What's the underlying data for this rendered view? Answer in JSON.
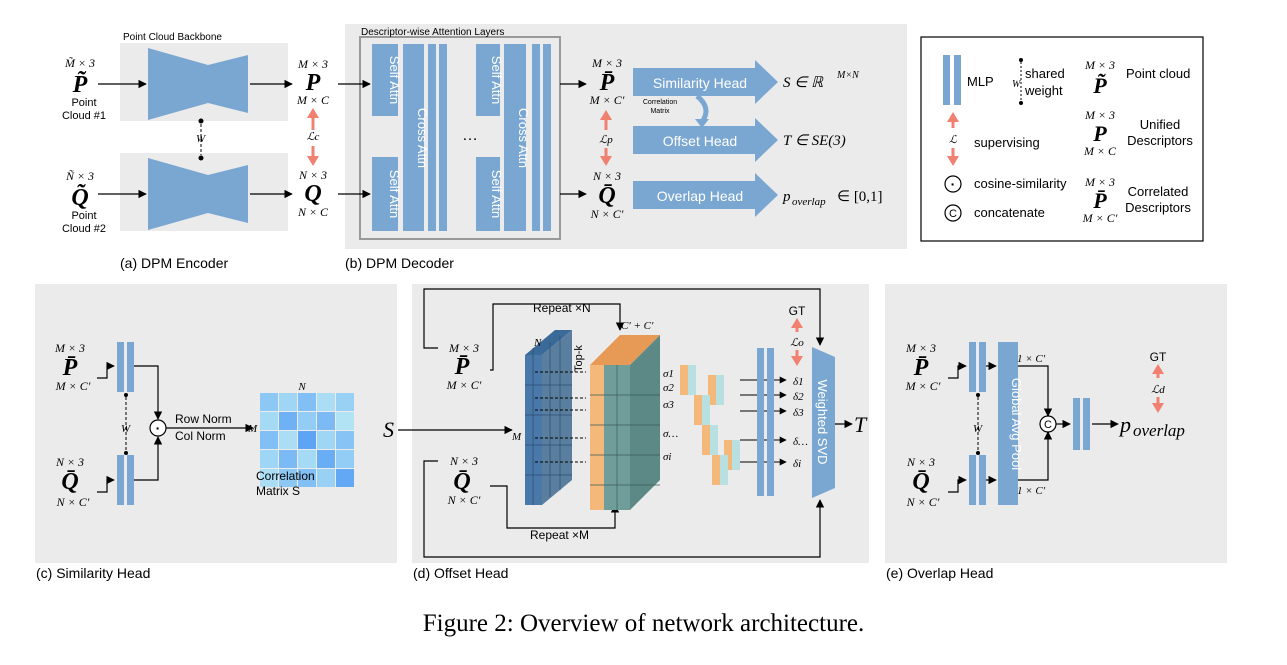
{
  "caption": "Figure 2: Overview of network architecture.",
  "colors": {
    "panel_bg": "#ebebeb",
    "block_blue": "#7aa7d1",
    "supervise_arrow": "#f08070",
    "decoder_frame": "#999999",
    "cube_blue": "#4a78a8",
    "cube_orange": "#f4b87a",
    "cube_teal": "#6f9e9a"
  },
  "encoder": {
    "panel_label": "(a) DPM Encoder",
    "backbone_label": "Point Cloud Backbone",
    "input_p": {
      "dim": "M̃ × 3",
      "sym": "P̃",
      "name1": "Point",
      "name2": "Cloud #1"
    },
    "input_q": {
      "dim": "Ñ × 3",
      "sym": "Q̃",
      "name1": "Point",
      "name2": "Cloud #2"
    },
    "shared_w": "W",
    "out_p": {
      "dim_top": "M × 3",
      "sym": "P",
      "dim_bot": "M × C"
    },
    "out_q": {
      "dim_top": "N × 3",
      "sym": "Q",
      "dim_bot": "N × C"
    },
    "loss": "ℒc"
  },
  "decoder": {
    "panel_label": "(b) DPM Decoder",
    "layers_label": "Descriptor-wise Attention Layers",
    "self_attn": "Self Attn",
    "cross_attn": "Cross Attn",
    "ellipsis": "…",
    "out_p": {
      "dim_top": "M × 3",
      "sym": "P̄",
      "dim_bot": "M × C′"
    },
    "out_q": {
      "dim_top": "N × 3",
      "sym": "Q̄",
      "dim_bot": "N × C′"
    },
    "loss": "ℒp",
    "heads": {
      "similarity": "Similarity Head",
      "offset": "Offset Head",
      "overlap": "Overlap Head",
      "correlation_matrix": "Correlation Matrix"
    },
    "outputs": {
      "S": "S ∈ ℝ",
      "S_sup": "M×N",
      "T": "T ∈ SE(3)",
      "p_overlap_base": "p",
      "p_overlap_sub": "overlap",
      "p_overlap_range": "∈ [0,1]"
    }
  },
  "legend": {
    "mlp": "MLP",
    "shared_weight_1": "shared",
    "shared_weight_2": "weight",
    "w": "W",
    "supervising": "supervising",
    "loss_sym": "ℒ",
    "cosine": "cosine-similarity",
    "concatenate": "concatenate",
    "dot_sym": "·",
    "concat_sym": "C",
    "point_cloud": {
      "dim": "M × 3",
      "sym": "P̃",
      "label": "Point cloud"
    },
    "unified": {
      "dim_top": "M × 3",
      "sym": "P",
      "dim_bot": "M × C",
      "label1": "Unified",
      "label2": "Descriptors"
    },
    "correlated": {
      "dim_top": "M × 3",
      "sym": "P̄",
      "dim_bot": "M × C′",
      "label1": "Correlated",
      "label2": "Descriptors"
    }
  },
  "similarity_head": {
    "panel_label": "(c) Similarity Head",
    "in_p": {
      "dim_top": "M × 3",
      "sym": "P̄",
      "dim_bot": "M × C′"
    },
    "in_q": {
      "dim_top": "N × 3",
      "sym": "Q̄",
      "dim_bot": "N × C′"
    },
    "w": "W",
    "row_norm": "Row Norm",
    "col_norm": "Col Norm",
    "m": "M",
    "n": "N",
    "corr_label1": "Correlation",
    "corr_label2": "Matrix S",
    "output": "S",
    "matrix_cells": [
      [
        0.45,
        0.3,
        0.55,
        0.2,
        0.35
      ],
      [
        0.25,
        0.7,
        0.4,
        0.6,
        0.15
      ],
      [
        0.55,
        0.2,
        0.85,
        0.3,
        0.5
      ],
      [
        0.3,
        0.6,
        0.25,
        0.75,
        0.4
      ],
      [
        0.2,
        0.45,
        0.55,
        0.35,
        0.8
      ]
    ]
  },
  "offset_head": {
    "panel_label": "(d) Offset Head",
    "repeat_n": "Repeat ×N",
    "repeat_m": "Repeat ×M",
    "c_sum": "C′ + C′",
    "top_k": "Top-k",
    "n": "N",
    "m": "M",
    "in_p": {
      "dim_top": "M × 3",
      "sym": "P̄",
      "dim_bot": "M × C′"
    },
    "in_q": {
      "dim_top": "N × 3",
      "sym": "Q̄",
      "dim_bot": "N × C′"
    },
    "sigmas": [
      "σ1",
      "σ2",
      "σ3",
      "σ…",
      "σi"
    ],
    "deltas": [
      "δ1",
      "δ2",
      "δ3",
      "δ…",
      "δi"
    ],
    "gt": "GT",
    "loss": "ℒo",
    "weighted_svd": "Weighted SVD",
    "output": "T"
  },
  "overlap_head": {
    "panel_label": "(e) Overlap Head",
    "in_p": {
      "dim_top": "M × 3",
      "sym": "P̄",
      "dim_bot": "M × C′"
    },
    "in_q": {
      "dim_top": "N × 3",
      "sym": "Q̄",
      "dim_bot": "N × C′"
    },
    "w": "W",
    "global_avg_pool": "Global Avg Pool",
    "dim_top": "1 × C′",
    "dim_bot": "1 × C′",
    "concat": "C",
    "gt": "GT",
    "loss": "ℒd",
    "output_base": "p",
    "output_sub": "overlap"
  }
}
